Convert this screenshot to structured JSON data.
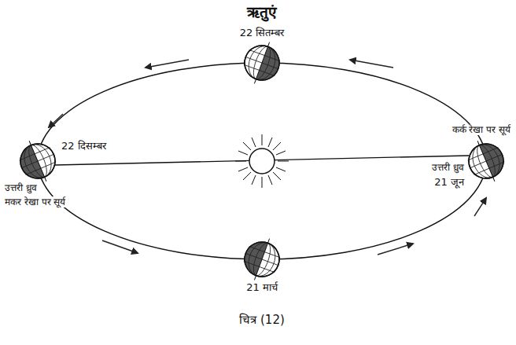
{
  "diagram": {
    "title": "ऋतुएं",
    "caption": "चित्र (12)",
    "labels": [
      "22 सितम्बर",
      "22 दिसम्बर",
      "उत्तरी ध्रुव",
      "मकर रेखा पर सूर्य",
      "कर्क रेखा पर सूर्य",
      "उत्तरी ध्रुव",
      "21 जून",
      "21 मार्च"
    ]
  }
}
